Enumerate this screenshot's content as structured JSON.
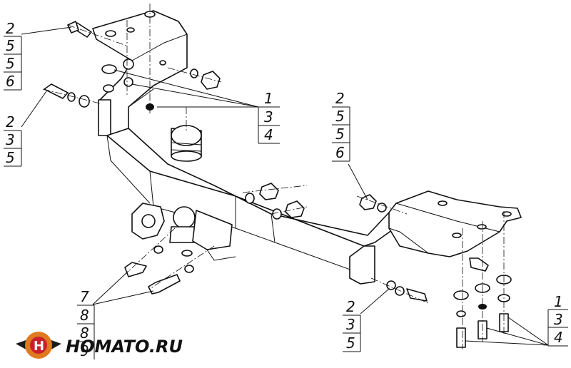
{
  "callouts": [
    {
      "id": "top-left-bolt",
      "labels": [
        "2",
        "5",
        "5",
        "6"
      ]
    },
    {
      "id": "left-bolt",
      "labels": [
        "2",
        "3",
        "5"
      ]
    },
    {
      "id": "top-center",
      "labels": [
        "1",
        "3",
        "4"
      ]
    },
    {
      "id": "right-upper",
      "labels": [
        "2",
        "5",
        "5",
        "6"
      ]
    },
    {
      "id": "bottom-left",
      "labels": [
        "7",
        "8",
        "8",
        "9"
      ]
    },
    {
      "id": "bottom-center",
      "labels": [
        "2",
        "3",
        "5"
      ]
    },
    {
      "id": "bottom-right",
      "labels": [
        "1",
        "3",
        "4"
      ]
    }
  ],
  "logo": {
    "text": "HOMATO.RU",
    "colors": {
      "ring": "#e07a1f",
      "center": "#c8202a"
    }
  }
}
